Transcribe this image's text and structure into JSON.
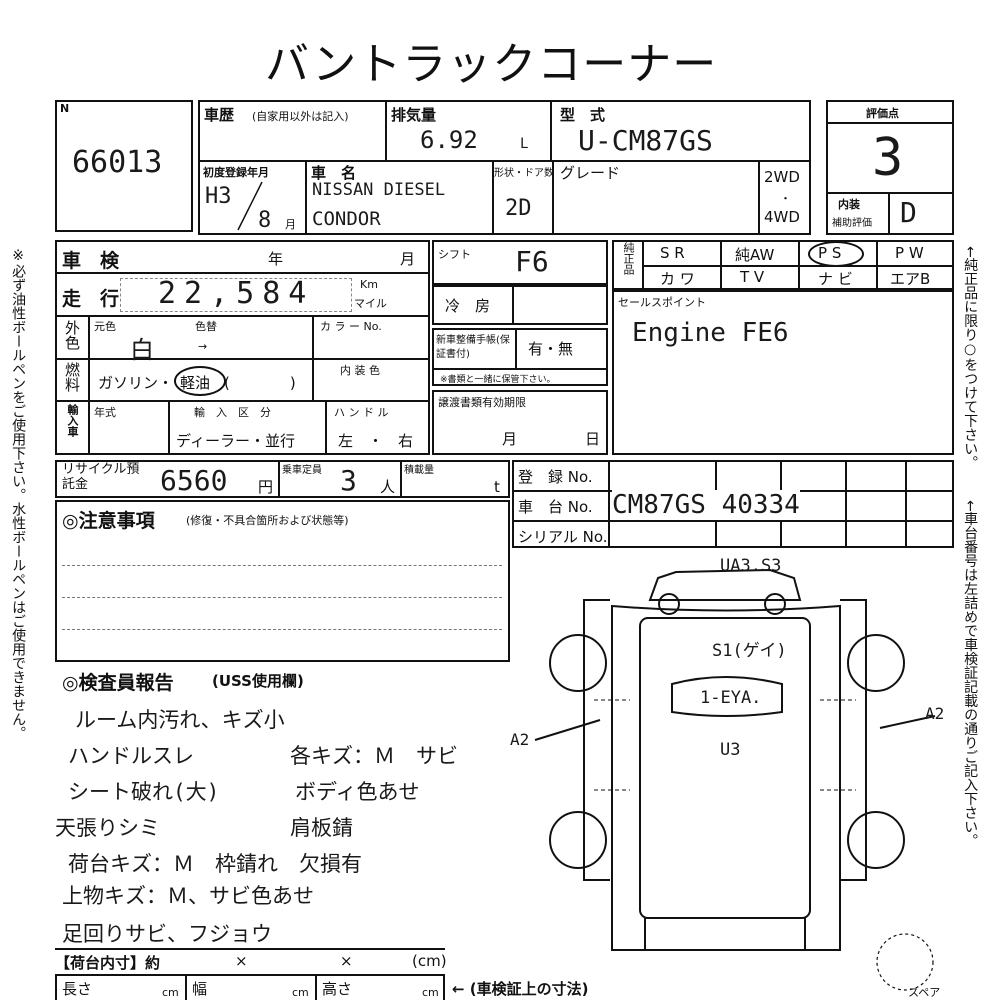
{
  "title": "バントラックコーナー",
  "lot": {
    "label": "N",
    "number": "66013"
  },
  "history": {
    "label": "車歴",
    "note": "(自家用以外は記入)"
  },
  "displacement": {
    "label": "排気量",
    "value": "6.92",
    "unit": "L"
  },
  "model": {
    "label": "型　式",
    "value": "U-CM87GS"
  },
  "score": {
    "label": "評価点",
    "value": "3",
    "int_label": "内装",
    "int_sub": "補助評価",
    "int_value": "D"
  },
  "first_reg": {
    "label": "初度登録年月",
    "era": "H3",
    "month": "8",
    "month_unit": "月"
  },
  "car_name": {
    "label": "車　名",
    "line1": "NISSAN DIESEL",
    "line2": "CONDOR"
  },
  "body": {
    "label": "形状・ドア数",
    "value": "2D"
  },
  "grade": {
    "label": "グレード"
  },
  "drive": {
    "two": "2WD",
    "dot": "・",
    "four": "4WD"
  },
  "inspection": {
    "label": "車　検",
    "year": "年",
    "month": "月"
  },
  "shift": {
    "label": "シフト",
    "value": "F6"
  },
  "mileage": {
    "label": "走　行",
    "value": "22,584",
    "unit_km": "Km",
    "unit_mile": "マイル"
  },
  "ac": {
    "label": "冷　房"
  },
  "color": {
    "ext_label": "外色",
    "orig": "元色",
    "orig_value": "白",
    "changed": "色替",
    "arrow": "→",
    "color_no": "カ ラ ー No."
  },
  "manual": {
    "label": "新車整備手帳(保証書付)",
    "value": "有・無",
    "note": "※書類と一緒に保管下さい。"
  },
  "fuel": {
    "label": "燃料",
    "options": "ガソリン・",
    "selected": "軽油",
    "other": "(　　　　)",
    "interior": "内 装 色"
  },
  "import": {
    "label": "輸入車",
    "year": "年式",
    "category": "輸　入　区　分",
    "category_value": "ディーラー・並行",
    "handle": "ハ ン ド ル",
    "handle_value": "左　・　右"
  },
  "transfer": {
    "label": "譲渡書類有効期限",
    "month": "月",
    "day": "日"
  },
  "recycle": {
    "label": "リサイクル預託金",
    "value": "6560",
    "unit": "円"
  },
  "capacity": {
    "label": "乗車定員",
    "value": "3",
    "unit": "人"
  },
  "load": {
    "label": "積載量",
    "unit": "t"
  },
  "registration": {
    "label": "登　録 No.",
    "value": ""
  },
  "chassis": {
    "label": "車　台 No.",
    "value": "CM87GS 40334"
  },
  "serial": {
    "label": "シリアル No."
  },
  "options": {
    "header": "純正品",
    "row1": [
      "S R",
      "純AW",
      "P S",
      "P W"
    ],
    "row2": [
      "カ ワ",
      "T V",
      "ナ ビ",
      "エアB"
    ]
  },
  "sales_point": {
    "label": "セールスポイント",
    "value": "Engine FE6"
  },
  "notes": {
    "label": "◎注意事項",
    "sub": "(修復・不具合箇所および状態等)"
  },
  "inspector": {
    "label": "◎検査員報告",
    "sub": "(USS使用欄)"
  },
  "report_lines": [
    "ルーム内汚れ、キズ小",
    "ハンドルスレ",
    "シート破れ(大)",
    "天張りシミ",
    "荷台キズ：Ｍ　枠錆れ　欠損有",
    "上物キズ：Ｍ、サビ色あせ",
    "足回りサビ、フジョウ"
  ],
  "report_right": [
    "各キズ：Ｍ　サビ",
    "ボディ色あせ",
    "肩板錆"
  ],
  "diagram": {
    "top": "UA3.S3",
    "door": "S1(ゲイ)",
    "windshield": "1-EYA.",
    "body": "U3",
    "left": "A2",
    "right": "A2"
  },
  "bed": {
    "label": "【荷台内寸】約",
    "x1": "×",
    "x2": "×",
    "unit": "(cm)"
  },
  "dims": {
    "length": "長さ",
    "width": "幅",
    "height": "高さ",
    "cm": "cm",
    "note": "← (車検証上の寸法)"
  },
  "spare": "スペア",
  "side_left": "※必ず油性ボールペンをご使用下さい。水性ボールペンはご使用できません。",
  "side_right_top": "←純正品に限り○をつけて下さい。",
  "side_right_bottom": "←車台番号は左詰めで車検証記載の通りご記入下さい。"
}
